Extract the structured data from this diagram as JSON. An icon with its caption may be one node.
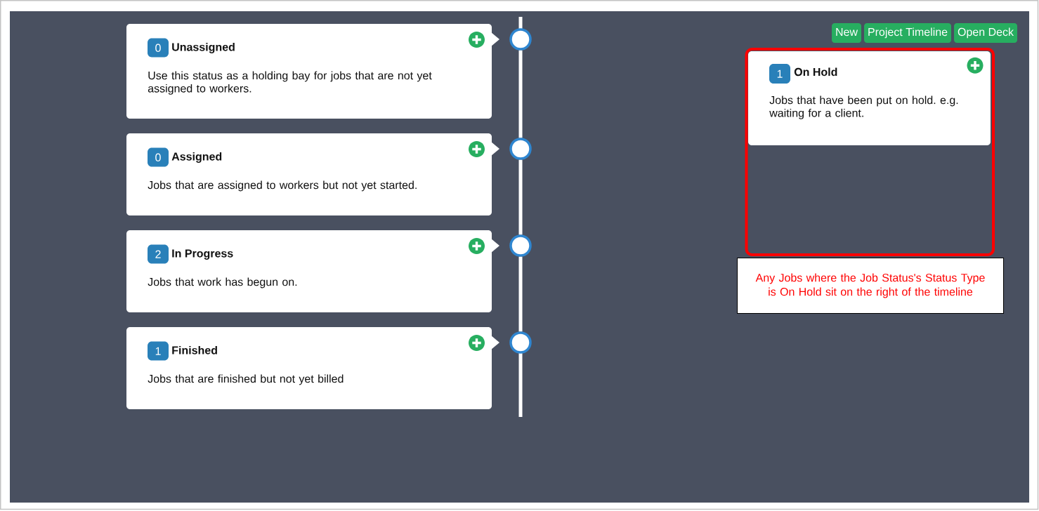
{
  "diagram": {
    "nodes": [
      {
        "text": [
          "Unassigned",
          "Use this status as a holding bay for jobs that are not yet assigned to workers."
        ]
      },
      {
        "text": [
          "0"
        ],
        "in": 0
      },
      {
        "text": [],
        "shape": "circle"
      },
      {
        "text": [
          "Assigned",
          "Jobs that are assigned to workers but not yet started."
        ]
      },
      {
        "text": [
          "0"
        ],
        "in": 3
      },
      {
        "text": [],
        "shape": "circle"
      },
      {
        "text": [
          "In Progress",
          "Jobs that work has begun on."
        ]
      },
      {
        "text": [
          "2"
        ],
        "in": 6
      },
      {
        "text": [],
        "shape": "circle"
      },
      {
        "text": [
          "Finished",
          "Jobs that are finished but not yet billed"
        ]
      },
      {
        "text": [
          "1"
        ],
        "in": 9
      },
      {
        "text": [],
        "shape": "circle"
      },
      {
        "text": [
          "New"
        ]
      },
      {
        "text": [
          "Project Timeline"
        ]
      },
      {
        "text": [
          "Open Deck"
        ]
      },
      {
        "text": [],
        "shape": "box"
      },
      {
        "text": [
          "On Hold",
          "Jobs that have been put on hold. e.g. waiting for a client."
        ],
        "in": 15
      },
      {
        "text": [
          "1"
        ],
        "in": 16
      },
      {
        "text": [
          "Any Jobs where the Job Status's Status Type is On Hold sit on the right of the timeline"
        ]
      }
    ],
    "edges": [
      {
        "from": 2,
        "to": 5,
        "arrow": "none"
      },
      {
        "from": 5,
        "to": 8,
        "arrow": "none"
      },
      {
        "from": 8,
        "to": 11,
        "arrow": "none"
      }
    ]
  }
}
